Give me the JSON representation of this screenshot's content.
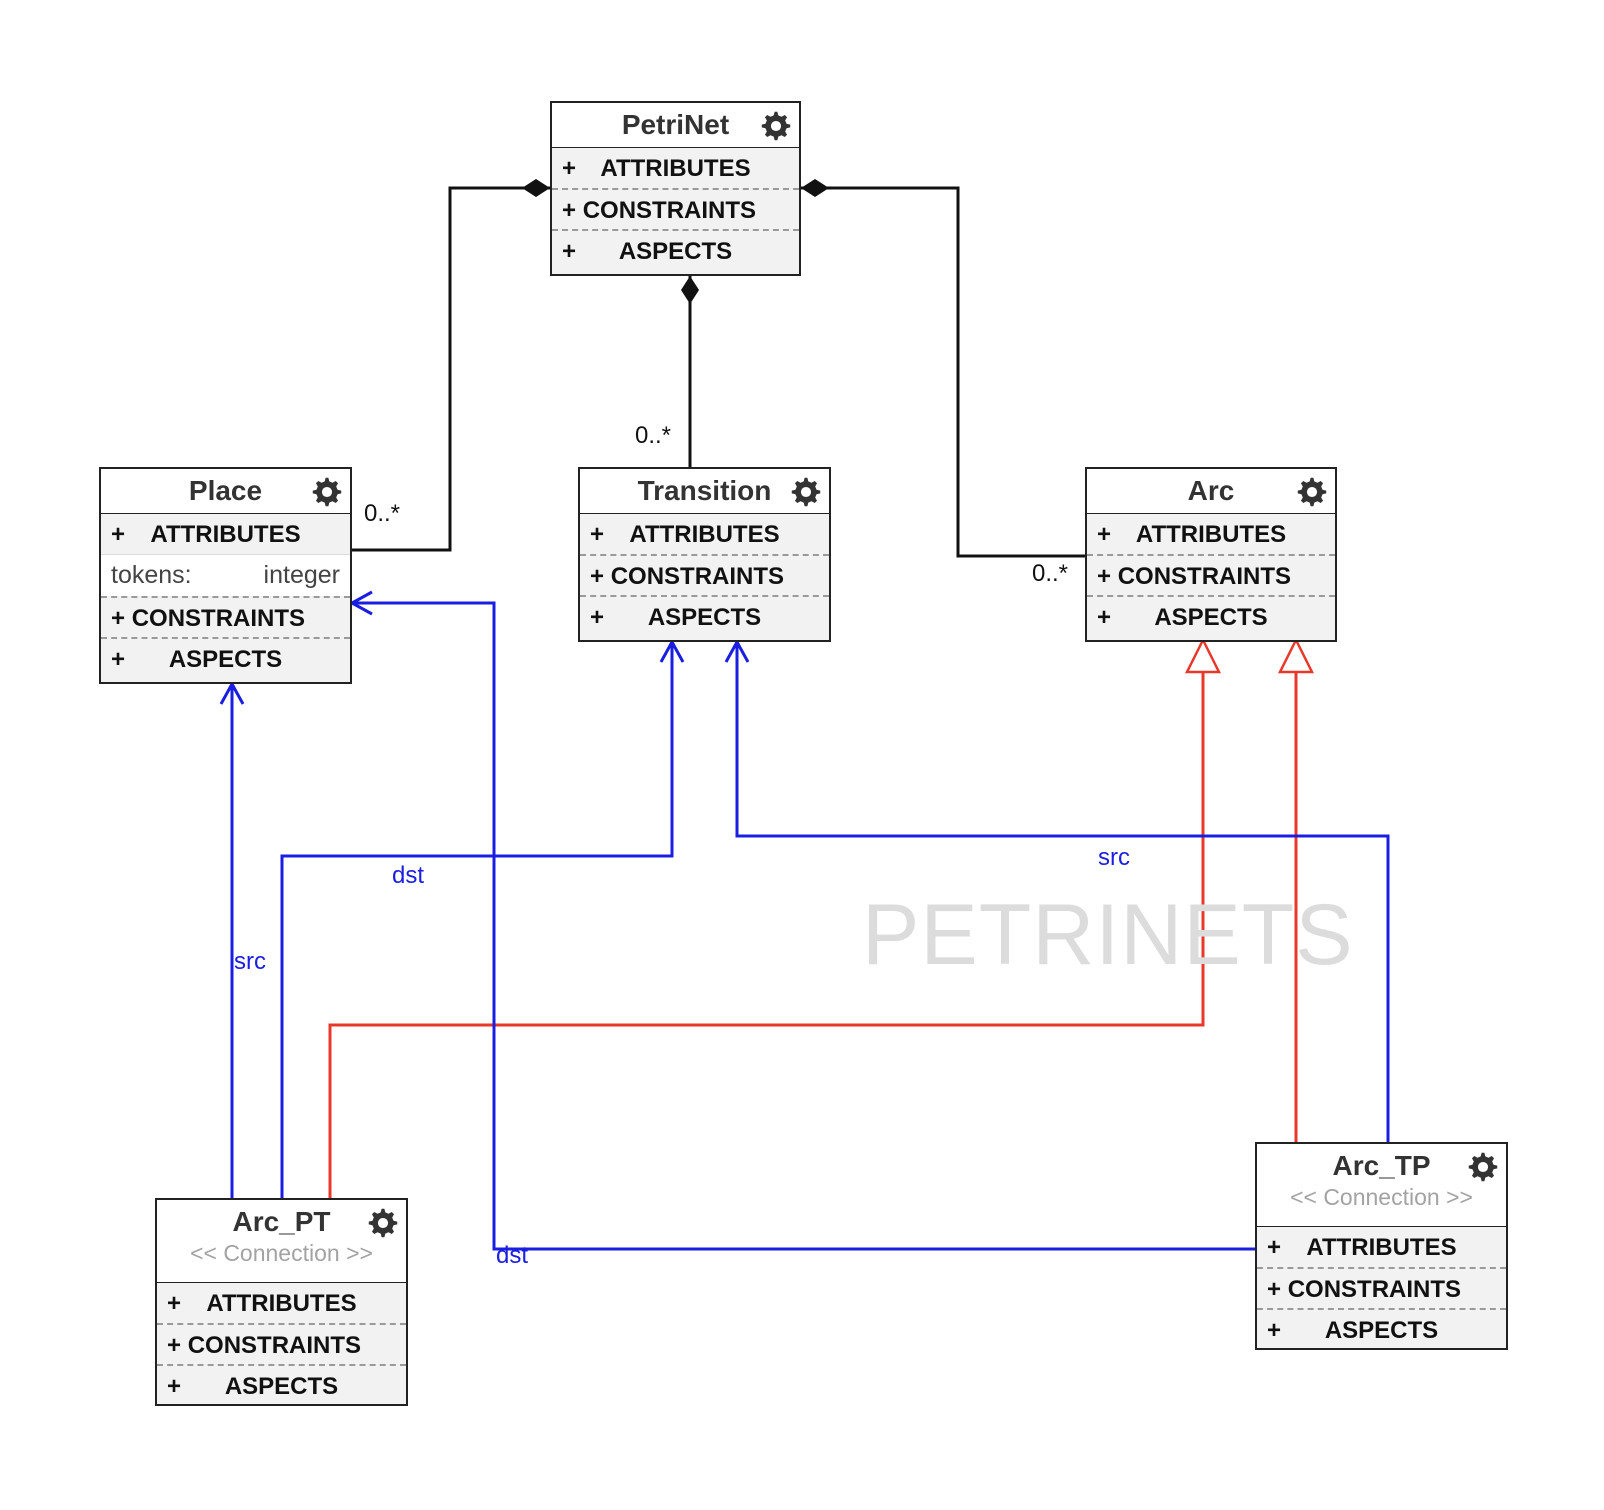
{
  "watermark": "PETRINETS",
  "icons": {
    "settings": "gear-icon"
  },
  "colors": {
    "containment": "#111111",
    "pointer": "#1a1ee0",
    "inheritance": "#e8382a",
    "watermark": "#dcdcdc"
  },
  "nodes": {
    "petrinet": {
      "title": "PetriNet",
      "sections": {
        "attributes": "ATTRIBUTES",
        "constraints": "CONSTRAINTS",
        "aspects": "ASPECTS"
      }
    },
    "place": {
      "title": "Place",
      "sections": {
        "attributes": "ATTRIBUTES",
        "constraints": "CONSTRAINTS",
        "aspects": "ASPECTS"
      },
      "attribute": {
        "name": "tokens:",
        "type": "integer"
      }
    },
    "transition": {
      "title": "Transition",
      "sections": {
        "attributes": "ATTRIBUTES",
        "constraints": "CONSTRAINTS",
        "aspects": "ASPECTS"
      }
    },
    "arc": {
      "title": "Arc",
      "sections": {
        "attributes": "ATTRIBUTES",
        "constraints": "CONSTRAINTS",
        "aspects": "ASPECTS"
      }
    },
    "arc_pt": {
      "title": "Arc_PT",
      "stereotype": "<< Connection >>",
      "sections": {
        "attributes": "ATTRIBUTES",
        "constraints": "CONSTRAINTS",
        "aspects": "ASPECTS"
      }
    },
    "arc_tp": {
      "title": "Arc_TP",
      "stereotype": "<< Connection >>",
      "sections": {
        "attributes": "ATTRIBUTES",
        "constraints": "CONSTRAINTS",
        "aspects": "ASPECTS"
      }
    }
  },
  "edges": {
    "petrinet_place": {
      "multiplicity": "0..*"
    },
    "petrinet_transition": {
      "multiplicity": "0..*"
    },
    "petrinet_arc": {
      "multiplicity": "0..*"
    },
    "arc_pt_src": {
      "label": "src"
    },
    "arc_pt_dst": {
      "label": "dst"
    },
    "arc_tp_src": {
      "label": "src"
    },
    "arc_tp_dst": {
      "label": "dst"
    }
  }
}
